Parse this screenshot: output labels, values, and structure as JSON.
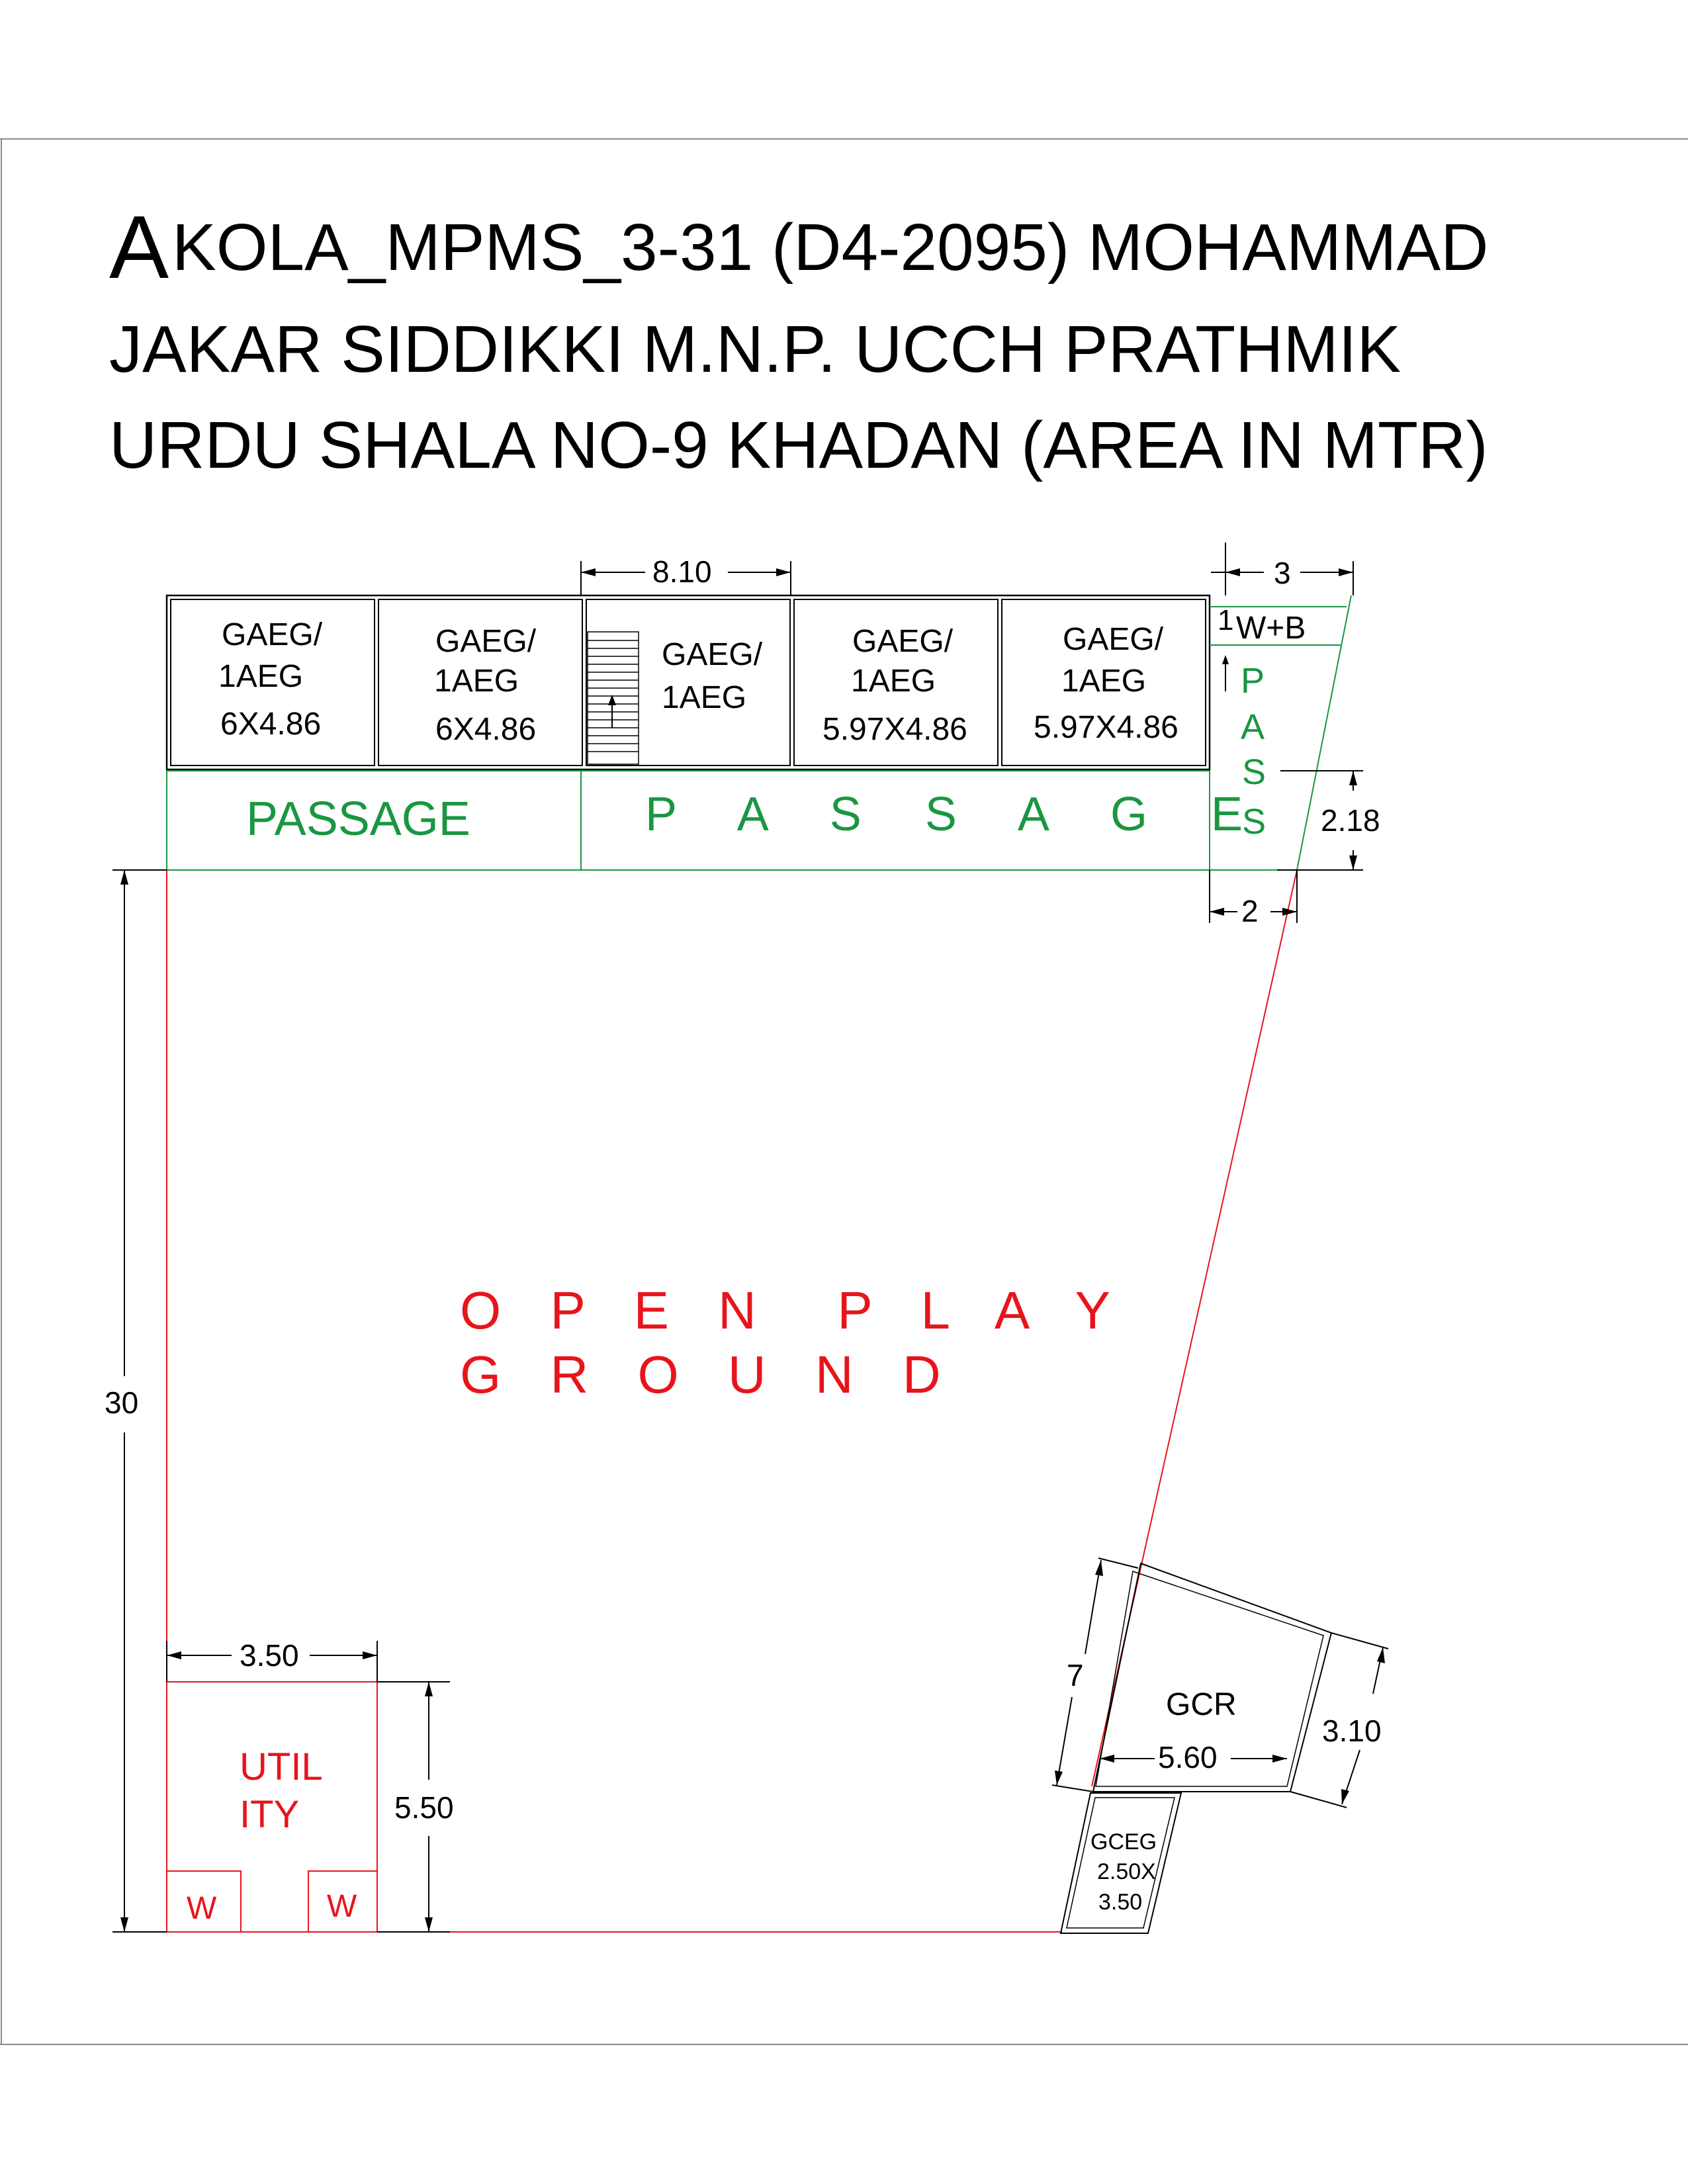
{
  "title": {
    "line1_initial": "A",
    "line1_rest": "KOLA_MPMS_3-31 (D4-2095) MOHAMMAD",
    "line2": "JAKAR SIDDIKKI M.N.P. UCCH PRATHMIK",
    "line3": "URDU SHALA NO-9 KHADAN (AREA IN MTR)"
  },
  "rooms": [
    {
      "line1": "GAEG/",
      "line2": "1AEG",
      "line3": "6X4.86"
    },
    {
      "line1": "GAEG/",
      "line2": "1AEG",
      "line3": "6X4.86"
    },
    {
      "line1": "GAEG/",
      "line2": "1AEG",
      "line3": ""
    },
    {
      "line1": "GAEG/",
      "line2": "1AEG",
      "line3": "5.97X4.86"
    },
    {
      "line1": "GAEG/",
      "line2": "1AEG",
      "line3": "5.97X4.86"
    }
  ],
  "passage_left": "PASSAGE",
  "passage_right": "P A S S A G E",
  "pass_vertical": [
    "P",
    "A",
    "S",
    "S"
  ],
  "wb_label": "W+B",
  "wb_dim": "1",
  "open_ground": {
    "line1": "O P E N  P L A Y",
    "line2": "G R O U N D"
  },
  "utility": {
    "line1": "UTIL",
    "line2": "ITY",
    "w1": "W",
    "w2": "W"
  },
  "gcr": "GCR",
  "gceg": {
    "line1": "GCEG",
    "line2": "2.50X",
    "line3": "3.50"
  },
  "dimensions": {
    "stair_width": "8.10",
    "top_right": "3",
    "passage_height": "2.18",
    "bottom_right": "2",
    "plot_height": "30",
    "utility_width": "3.50",
    "utility_height": "5.50",
    "gcr_left": "7",
    "gcr_width": "5.60",
    "gcr_right": "3.10"
  }
}
